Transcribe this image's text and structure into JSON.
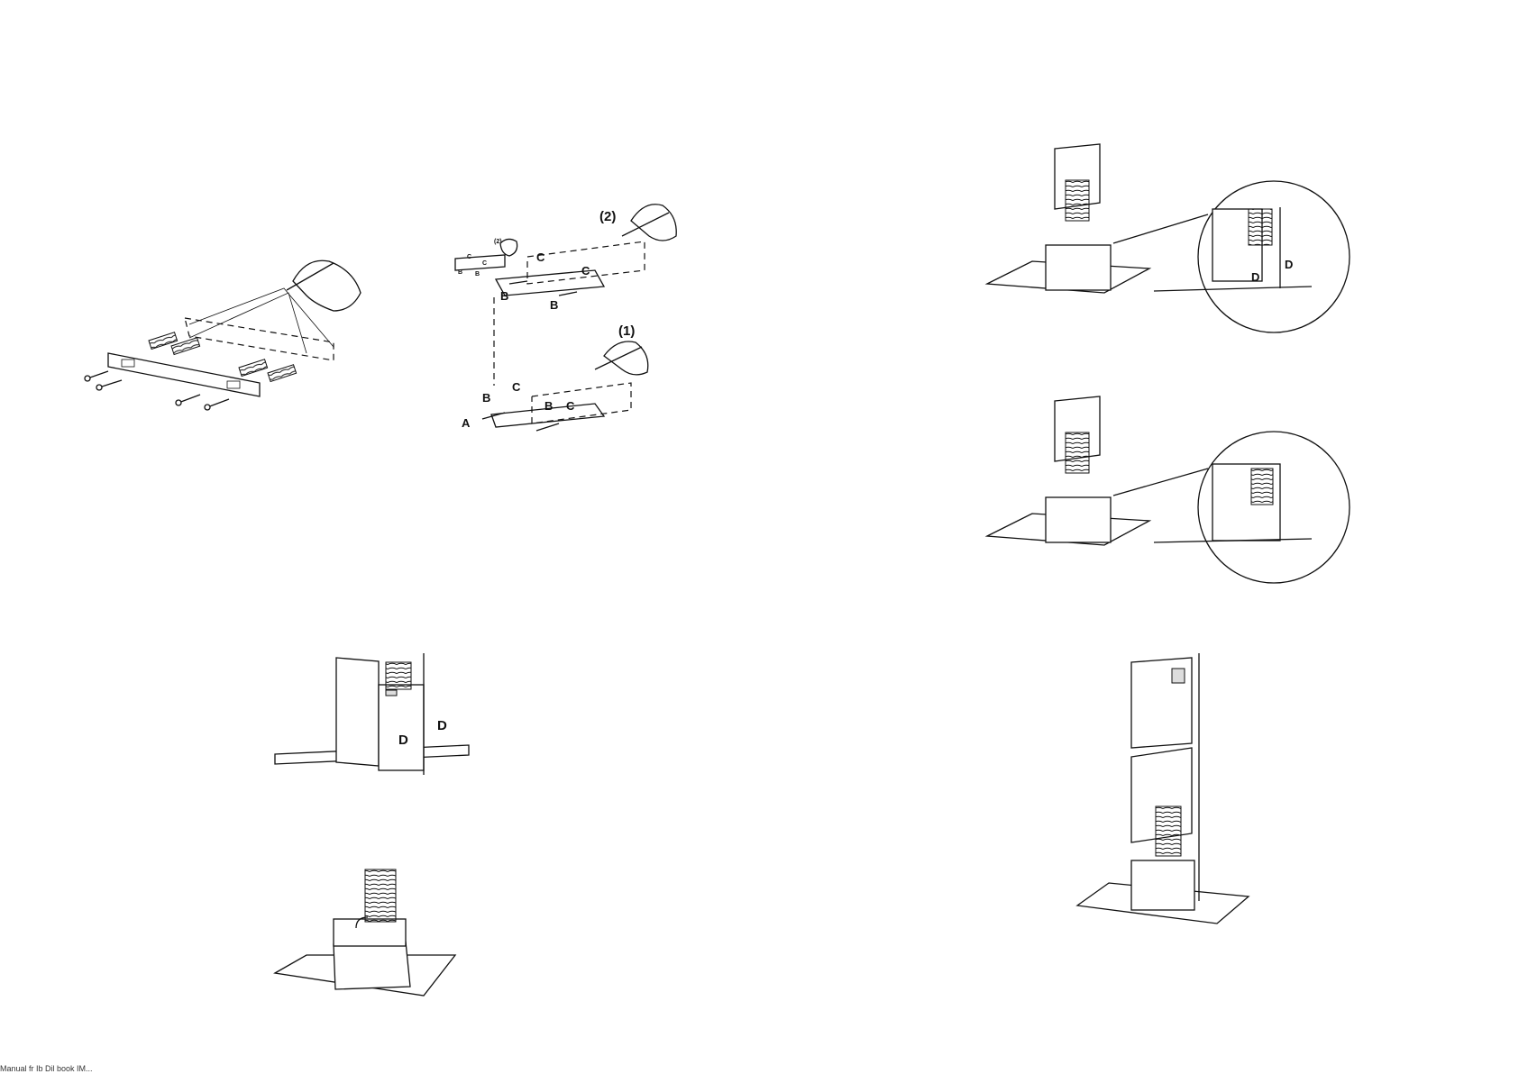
{
  "labels": {
    "step2": "(2)",
    "step1": "(1)",
    "step2_small": "(2)",
    "A": "A",
    "B": "B",
    "C": "C",
    "D": "D"
  },
  "footer": "Manual fr Ib  Dil book IM..."
}
